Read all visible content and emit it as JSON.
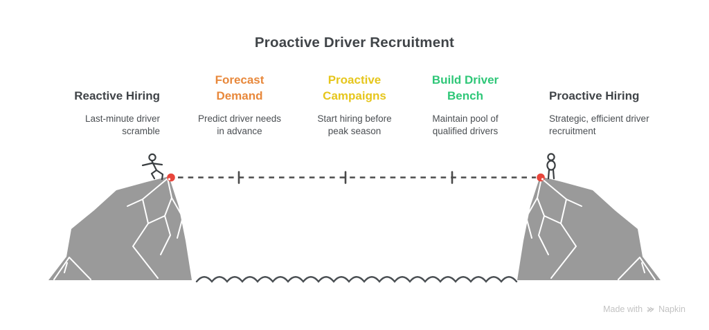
{
  "title": "Proactive Driver Recruitment",
  "columns": [
    {
      "name": "reactive-hiring",
      "heading_lines": [
        "Reactive Hiring"
      ],
      "subtitle_lines": [
        "Last-minute driver",
        "scramble"
      ],
      "color": "#404448"
    },
    {
      "name": "forecast-demand",
      "heading_lines": [
        "Forecast",
        "Demand"
      ],
      "subtitle_lines": [
        "Predict driver needs",
        "in advance"
      ],
      "color": "#E8883B"
    },
    {
      "name": "proactive-campaigns",
      "heading_lines": [
        "Proactive",
        "Campaigns"
      ],
      "subtitle_lines": [
        "Start hiring before",
        "peak season"
      ],
      "color": "#E6C61C"
    },
    {
      "name": "build-driver-bench",
      "heading_lines": [
        "Build Driver",
        "Bench"
      ],
      "subtitle_lines": [
        "Maintain pool of",
        "qualified drivers"
      ],
      "color": "#2FC778"
    },
    {
      "name": "proactive-hiring",
      "heading_lines": [
        "Proactive Hiring"
      ],
      "subtitle_lines": [
        "Strategic, efficient driver",
        "recruitment"
      ],
      "color": "#404448"
    }
  ],
  "colors": {
    "title_text": "#404448",
    "subtitle_text": "#4A4E52",
    "rock_gray": "#9A9A9A",
    "line_dark": "#4A4A4A",
    "wave_dark": "#4A4F53",
    "anchor_red": "#E8463C",
    "figure_dark": "#3A3E41",
    "watermark_gray": "#C3C3C3"
  },
  "icons": {
    "napkin_logo_icon": "double-chevron-with-slash"
  },
  "watermark": {
    "prefix": "Made with",
    "brand": "Napkin"
  }
}
